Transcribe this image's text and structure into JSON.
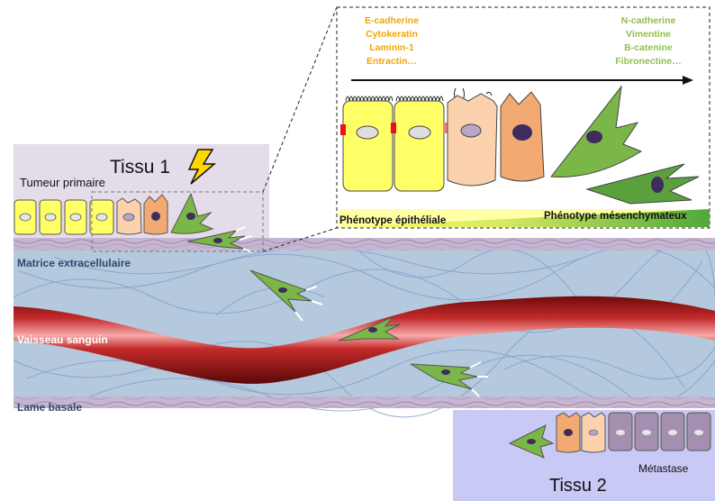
{
  "tissue1": {
    "title": "Tissu 1",
    "tumor_label": "Tumeur primaire"
  },
  "tissue2": {
    "title": "Tissu 2",
    "metastasis_label": "Métastase"
  },
  "layers": {
    "ecm_label": "Matrice extracellulaire",
    "vessel_label": "Vaisseau sanguin",
    "basal_label": "Lame basale"
  },
  "emt": {
    "epithelial_markers": [
      "E-cadherine",
      "Cytokeratin",
      "Laminin-1",
      "Entractin…"
    ],
    "mesenchymal_markers": [
      "N-cadherine",
      "Vimentine",
      "B-catenine",
      "Fibronectine…"
    ],
    "epithelial_phenotype": "Phénotype épithéliale",
    "mesenchymal_phenotype": "Phénotype mésenchymateux"
  },
  "colors": {
    "tissue1_bg": "#e5dcea",
    "tissue2_bg": "#c9c9f5",
    "ecm_blue": "#b4c9dd",
    "basal_purple": "#c7b6d1",
    "vessel_red": "#b41e1e",
    "epithelial_yellow": "#ffff66",
    "mesenchymal_green": "#7ab648",
    "epithelial_marker_text": "#f0a500",
    "mesenchymal_marker_text": "#92c050",
    "metastasis_cell_purple": "#a48fb0"
  }
}
